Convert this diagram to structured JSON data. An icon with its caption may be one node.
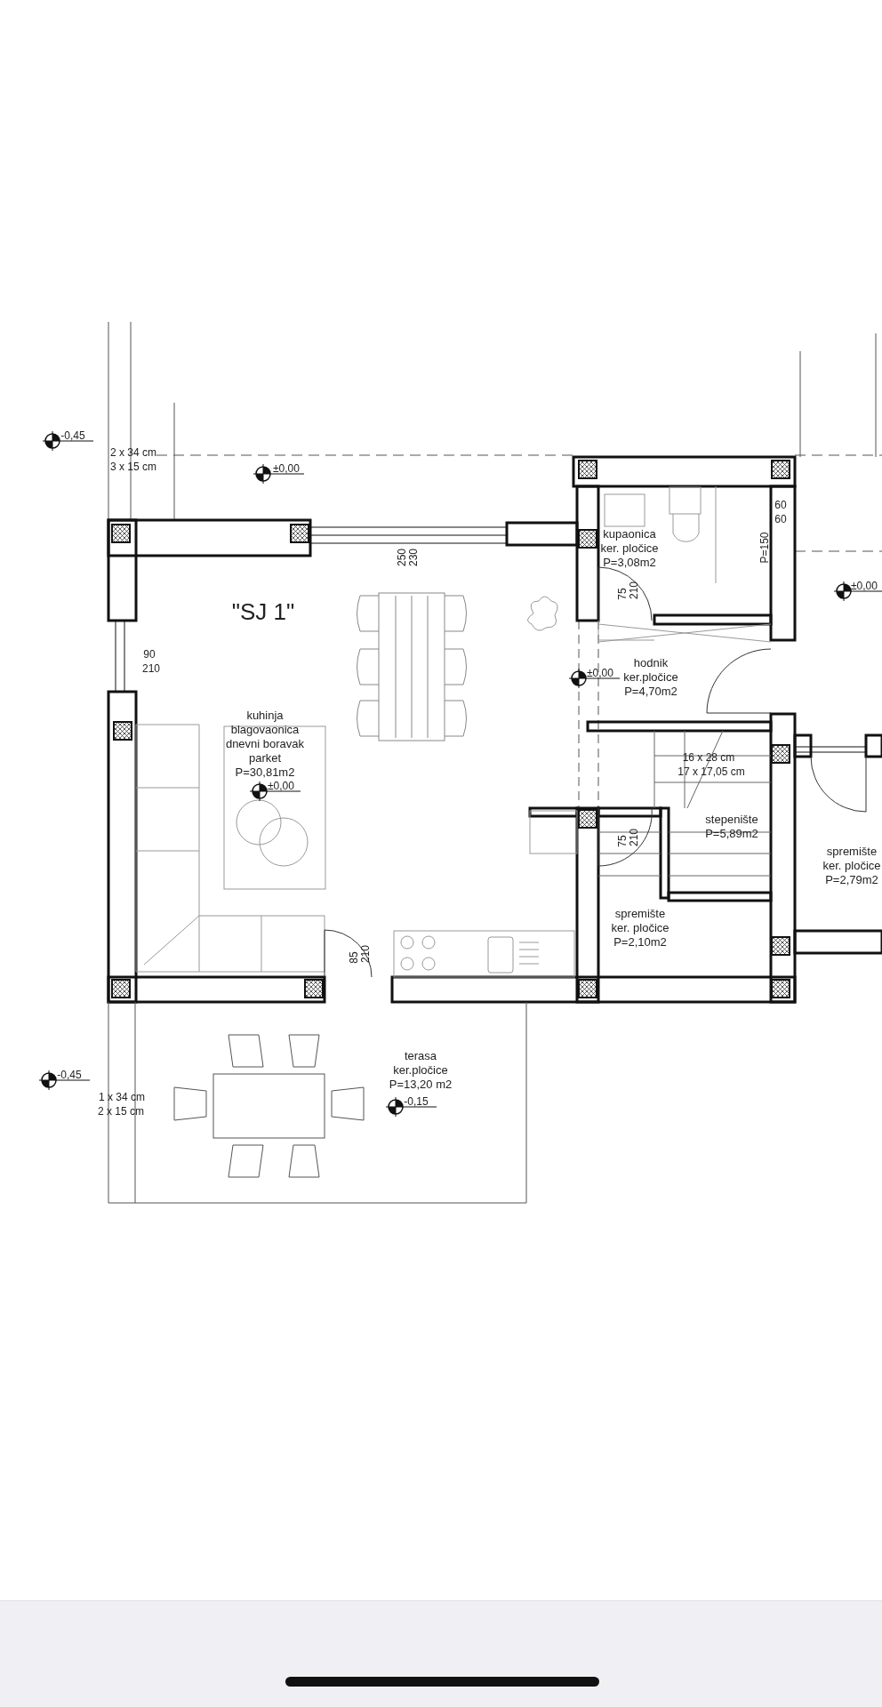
{
  "diagram": {
    "nodes": [
      {
        "text": [
          "kuhinja blagovaonica dnevni boravak",
          "parket",
          "P=30,81m2"
        ]
      },
      {
        "text": [
          "kupaonica",
          "ker. pločice",
          "P=3,08m2"
        ]
      },
      {
        "text": [
          "hodnik",
          "ker.pločice",
          "P=4,70m2"
        ]
      },
      {
        "text": [
          "stepenište",
          "P=5,89m2"
        ]
      },
      {
        "text": [
          "spremište",
          "ker. pločice",
          "P=2,10m2"
        ]
      },
      {
        "text": [
          "spremište",
          "ker. pločice",
          "P=2,79m2"
        ]
      },
      {
        "text": [
          "terasa",
          "ker.pločice",
          "P=13,20 m2"
        ]
      }
    ],
    "labels": [
      "-0,45",
      "2 x 34 cm",
      "3 x 15 cm",
      "±0,00",
      "250",
      "230",
      "60",
      "60",
      "P=150",
      "\"SJ 1\"",
      "±0,00",
      "90",
      "210",
      "75",
      "210",
      "±0,00",
      "16 x 28 cm",
      "17 x 17,05 cm",
      "±0,00",
      "75",
      "210",
      "85",
      "210",
      "-0,45",
      "1 x 34 cm",
      "2 x 15 cm",
      "-0,15"
    ]
  }
}
